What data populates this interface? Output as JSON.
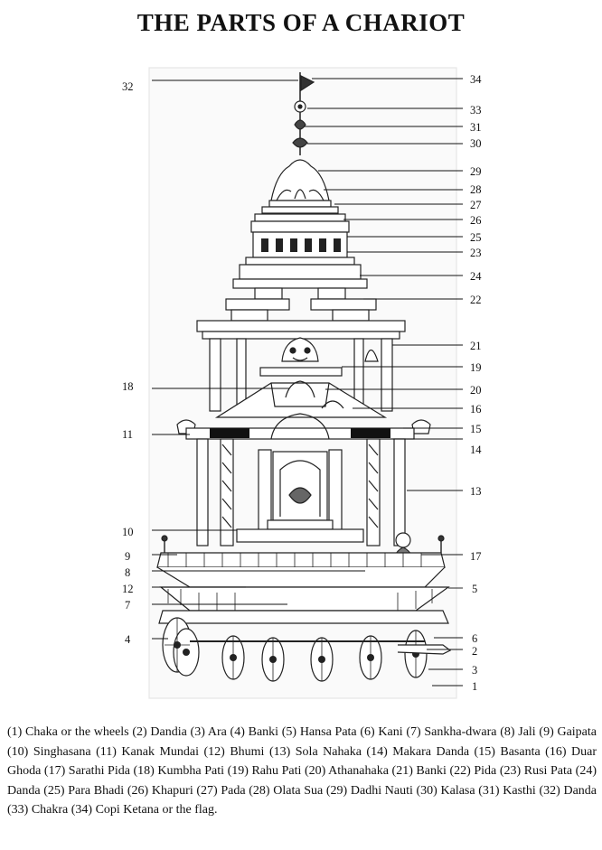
{
  "title": "THE  PARTS OF A CHARIOT",
  "labels": [
    "32",
    "34",
    "33",
    "31",
    "30",
    "29",
    "28",
    "27",
    "26",
    "25",
    "23",
    "24",
    "22",
    "21",
    "19",
    "18",
    "20",
    "16",
    "15",
    "11",
    "14",
    "13",
    "10",
    "9",
    "17",
    "8",
    "12",
    "5",
    "7",
    "4",
    "6",
    "2",
    "3",
    "1"
  ],
  "legend": "(1) Chaka or the wheels (2) Dandia (3) Ara (4) Banki (5) Hansa Pata (6) Kani (7) Sankha-dwara (8) Jali (9) Gaipata (10) Singhasana (11) Kanak Mundai (12) Bhumi (13) Sola Nahaka (14) Makara Danda (15) Basanta (16) Duar Ghoda (17) Sarathi Pida (18) Kumbha Pati (19) Rahu Pati (20) Athanahaka (21) Banki (22) Pida (23) Rusi Pata (24) Danda (25) Para Bhadi (26) Khapuri (27) Pada (28) Olata Sua (29) Dadhi Nauti (30) Kalasa  (31) Kasthi (32) Danda (33) Chakra (34) Copi Ketana or the flag."
}
